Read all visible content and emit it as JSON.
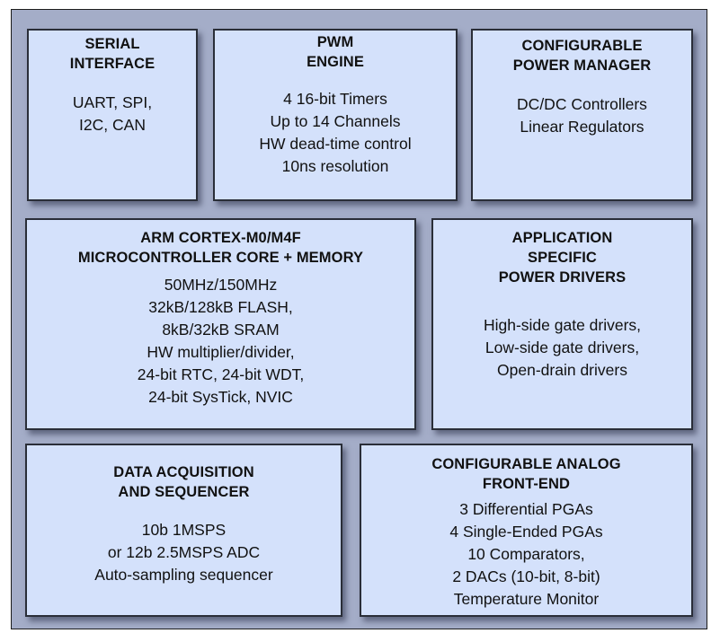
{
  "colors": {
    "frame_bg": "#a4adc8",
    "block_bg": "#d4e1fb",
    "border": "#2a2e38",
    "text": "#111111"
  },
  "blocks": [
    {
      "id": "serial-interface",
      "title": "SERIAL\nINTERFACE",
      "lines": "UART, SPI,\nI2C, CAN"
    },
    {
      "id": "pwm-engine",
      "title": "PWM\nENGINE",
      "lines": "4 16-bit Timers\nUp to 14 Channels\nHW dead-time control\n10ns resolution"
    },
    {
      "id": "power-manager",
      "title": "CONFIGURABLE\nPOWER MANAGER",
      "lines": "DC/DC Controllers\nLinear Regulators"
    },
    {
      "id": "mcu-core",
      "title": "ARM CORTEX-M0/M4F\nMICROCONTROLLER CORE + MEMORY",
      "lines": "50MHz/150MHz\n32kB/128kB FLASH,\n8kB/32kB SRAM\nHW multiplier/divider,\n24-bit RTC, 24-bit WDT,\n24-bit SysTick, NVIC"
    },
    {
      "id": "power-drivers",
      "title": "APPLICATION\nSPECIFIC\nPOWER DRIVERS",
      "lines": "High-side gate drivers,\nLow-side gate drivers,\nOpen-drain drivers"
    },
    {
      "id": "data-acquisition",
      "title": "DATA ACQUISITION\nAND SEQUENCER",
      "lines": "10b 1MSPS\nor 12b 2.5MSPS ADC\nAuto-sampling sequencer"
    },
    {
      "id": "analog-front-end",
      "title": "CONFIGURABLE ANALOG\nFRONT-END",
      "lines": "3 Differential PGAs\n4 Single-Ended PGAs\n10 Comparators,\n2 DACs (10-bit, 8-bit)\nTemperature Monitor"
    }
  ]
}
